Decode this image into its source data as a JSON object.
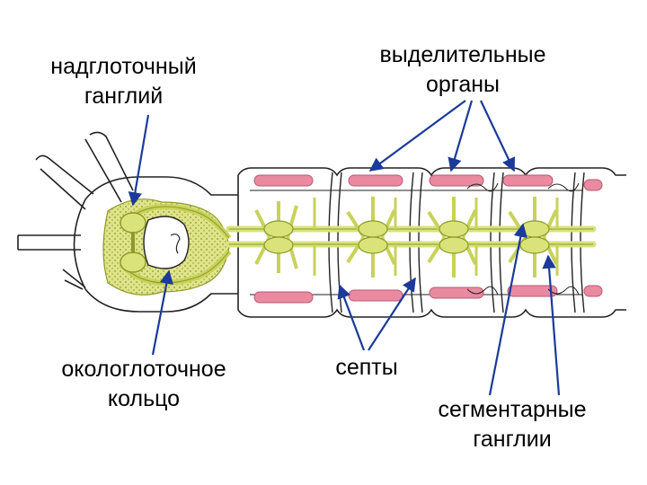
{
  "labels": {
    "supraesophageal": {
      "line1": "надглоточный",
      "line2": "ганглий"
    },
    "excretory": {
      "line1": "выделительные",
      "line2": "органы"
    },
    "periesophageal": {
      "line1": "окологлоточное",
      "line2": "кольцо"
    },
    "septa": {
      "line1": "септы"
    },
    "segmental": {
      "line1": "сегментарные",
      "line2": "ганглии"
    }
  },
  "colors": {
    "nerve": "#d9e37a",
    "nerve_stroke": "#8c9a2a",
    "excretory_organ": "#e98aa0",
    "outline": "#222222",
    "arrow": "#1b3a9a"
  }
}
